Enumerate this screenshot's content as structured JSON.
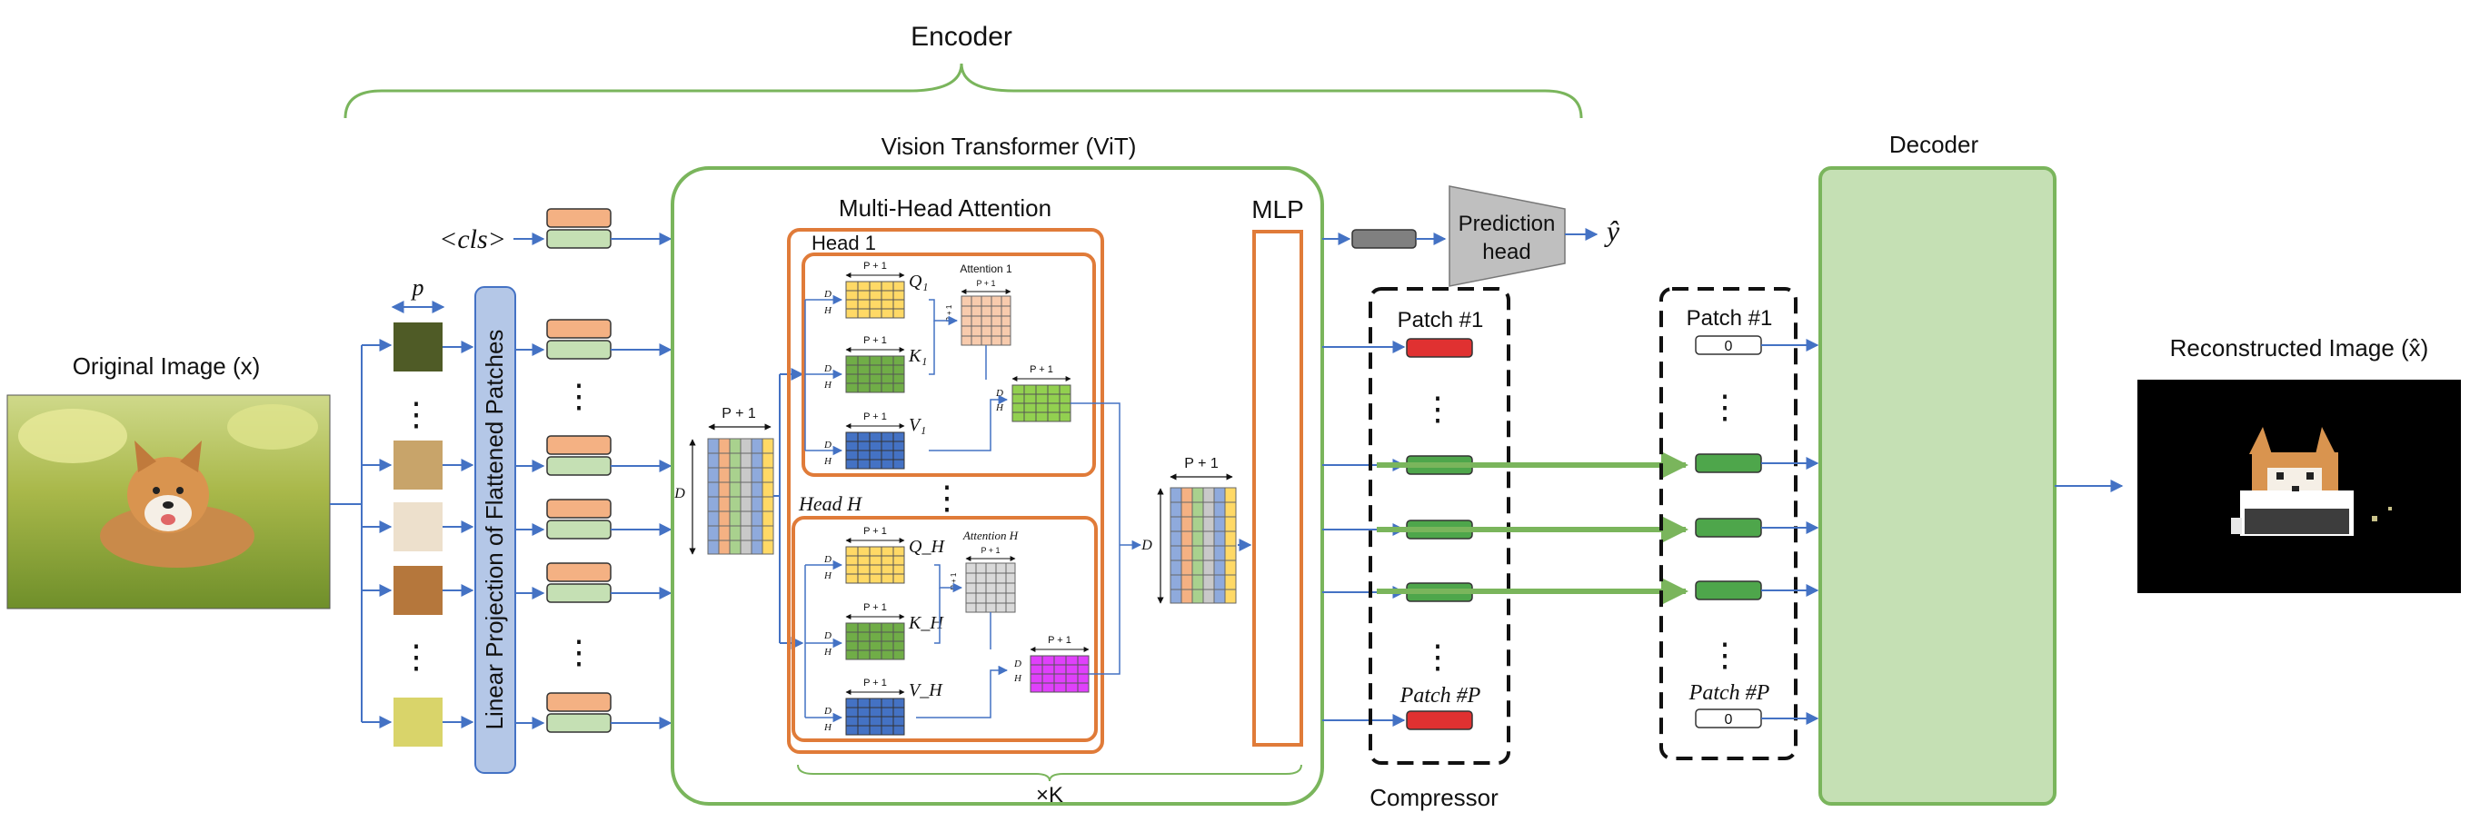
{
  "title": "Encoder",
  "labels": {
    "original_image": "Original Image (x)",
    "patch_size": "p",
    "cls_token": "<cls>",
    "linear_projection": "Linear Projection of Flattened Patches",
    "vit": "Vision Transformer (ViT)",
    "mha": "Multi-Head Attention",
    "head1": "Head 1",
    "headH": "Head H",
    "mlp": "MLP",
    "repeat": "×K",
    "prediction_head_line1": "Prediction",
    "prediction_head_line2": "head",
    "y_hat": "ŷ",
    "compressor": "Compressor",
    "decoder": "Decoder",
    "reconstructed": "Reconstructed Image (x̂)",
    "patch_first": "Patch #1",
    "patch_last": "Patch #P",
    "zero": "0",
    "dim_p1": "P + 1",
    "dim_d": "D",
    "dim_dh_num": "D",
    "dim_dh_den": "H",
    "attention1": "Attention 1",
    "attentionH": "Attention H",
    "q1": "Q₁",
    "k1": "K₁",
    "v1": "V₁",
    "qh": "Q_H",
    "kh": "K_H",
    "vh": "V_H",
    "vdots": "⋮"
  },
  "colors": {
    "green_border": "#7ab55c",
    "orange_border": "#e07b39",
    "arrow_blue": "#4472c4",
    "token_orange": "#f4b183",
    "token_green": "#c5e0b4",
    "compressed_green": "#4ea64b",
    "red_patch": "#e03131",
    "decoder_fill": "#c5e0b4",
    "proj_fill": "#b4c7e7",
    "q_yellow": "#ffd966",
    "k_green": "#70ad47",
    "v_blue": "#4472c4",
    "attn1_peach": "#f8cbad",
    "attnH_grey": "#d9d9d9",
    "out1_green": "#92d050",
    "outH_magenta": "#e040fb",
    "pred_head_grey": "#bfbfbf"
  }
}
